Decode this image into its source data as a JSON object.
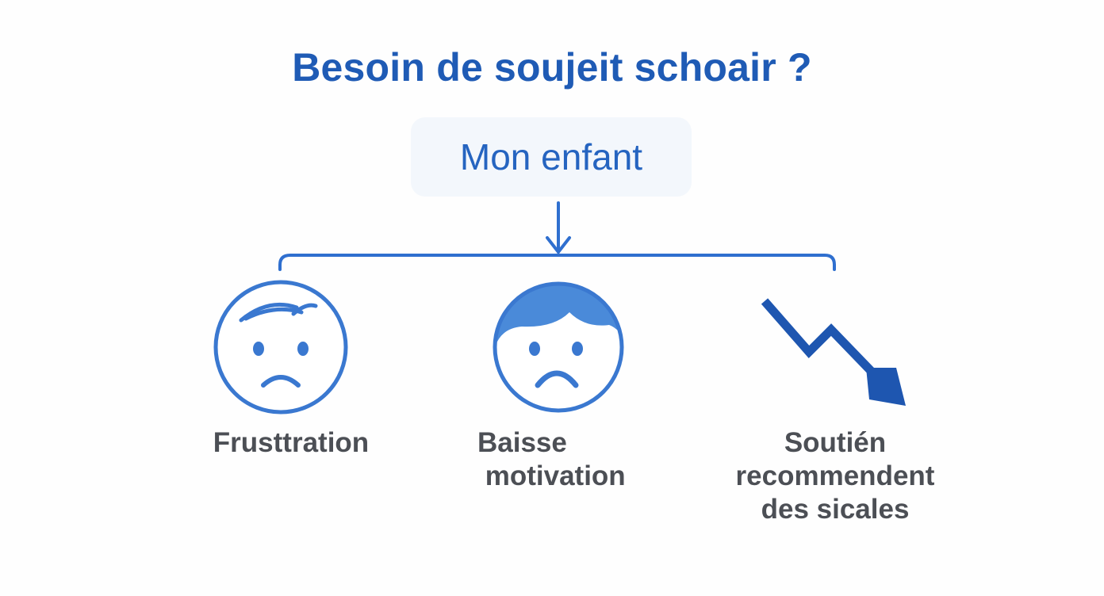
{
  "title": "Besoin de soujeit schoair ?",
  "root": {
    "label": "Mon enfant"
  },
  "children": [
    {
      "icon": "frustrated-face-icon",
      "label": "Frusttration"
    },
    {
      "icon": "sad-face-icon",
      "label": "Baisse\n motivation"
    },
    {
      "icon": "declining-arrow-icon",
      "label": "Soutién\nrecommendent\ndes sicales"
    }
  ],
  "colors": {
    "title": "#1f5bb5",
    "accent": "#2f6fcf",
    "fill": "#4a8ad9",
    "box": "#f3f7fc",
    "label": "#4c4f55"
  }
}
